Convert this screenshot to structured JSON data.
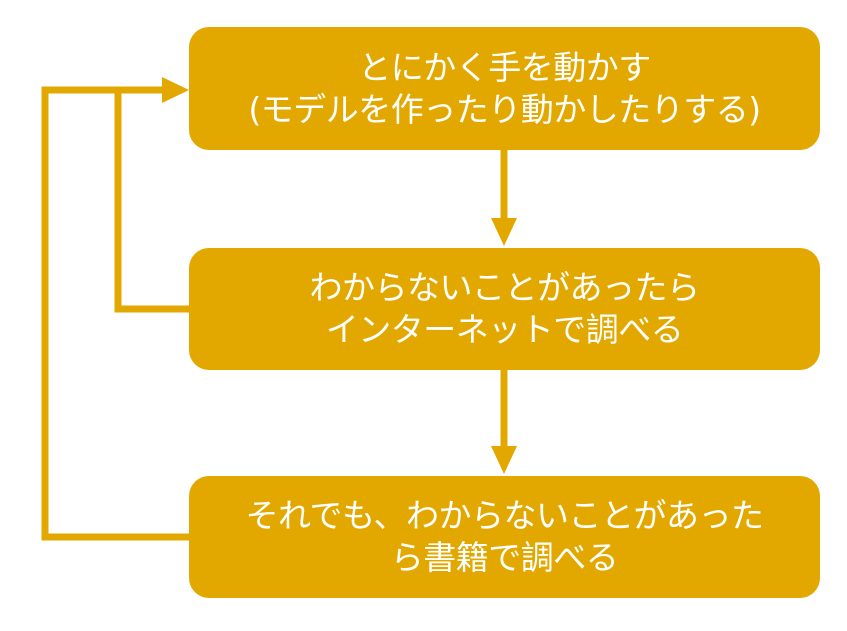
{
  "colors": {
    "accent": "#E3A800",
    "text": "#FFFFFF",
    "background": "#FFFFFF"
  },
  "steps": [
    {
      "line1": "とにかく手を動かす",
      "line2": "(モデルを作ったり動かしたりする)"
    },
    {
      "line1": "わからないことがあったら",
      "line2": "インターネットで調べる"
    },
    {
      "line1": "それでも、わからないことがあった",
      "line2": "ら書籍で調べる"
    }
  ]
}
